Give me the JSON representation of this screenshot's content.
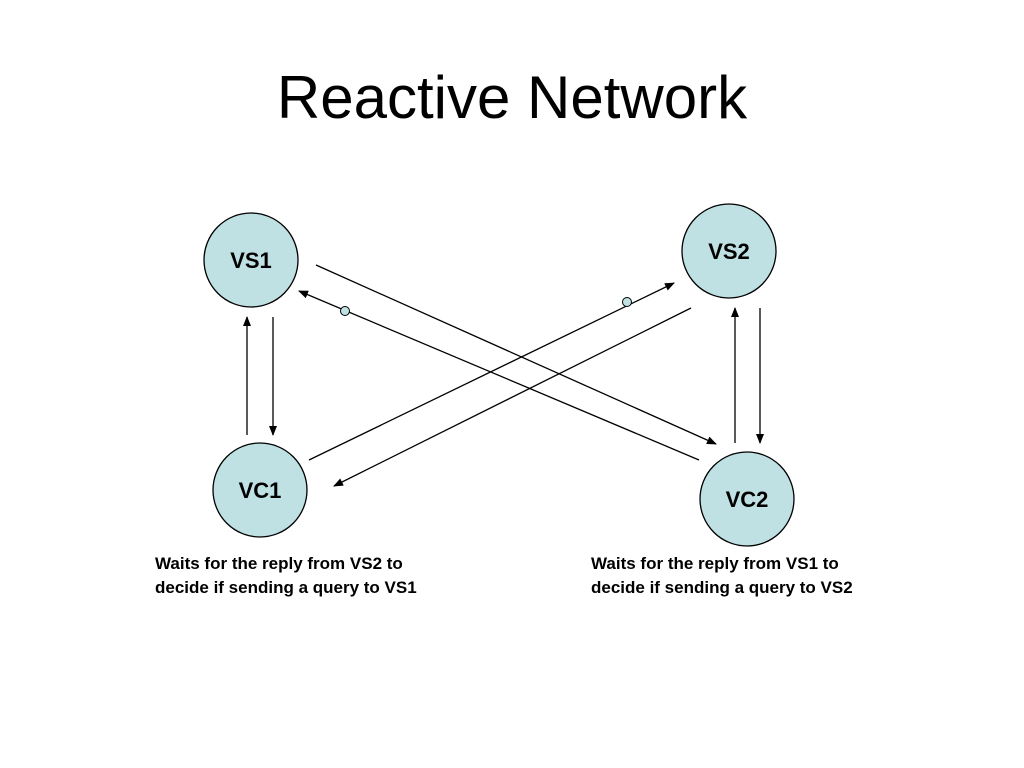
{
  "title": "Reactive Network",
  "node_fill": "#bfe1e3",
  "nodes": {
    "vs1": "VS1",
    "vs2": "VS2",
    "vc1": "VC1",
    "vc2": "VC2"
  },
  "notes": {
    "left": "Waits for the reply from VS2 to decide if sending a query to VS1",
    "right": "Waits for the reply from VS1 to decide if sending a query to VS2"
  }
}
